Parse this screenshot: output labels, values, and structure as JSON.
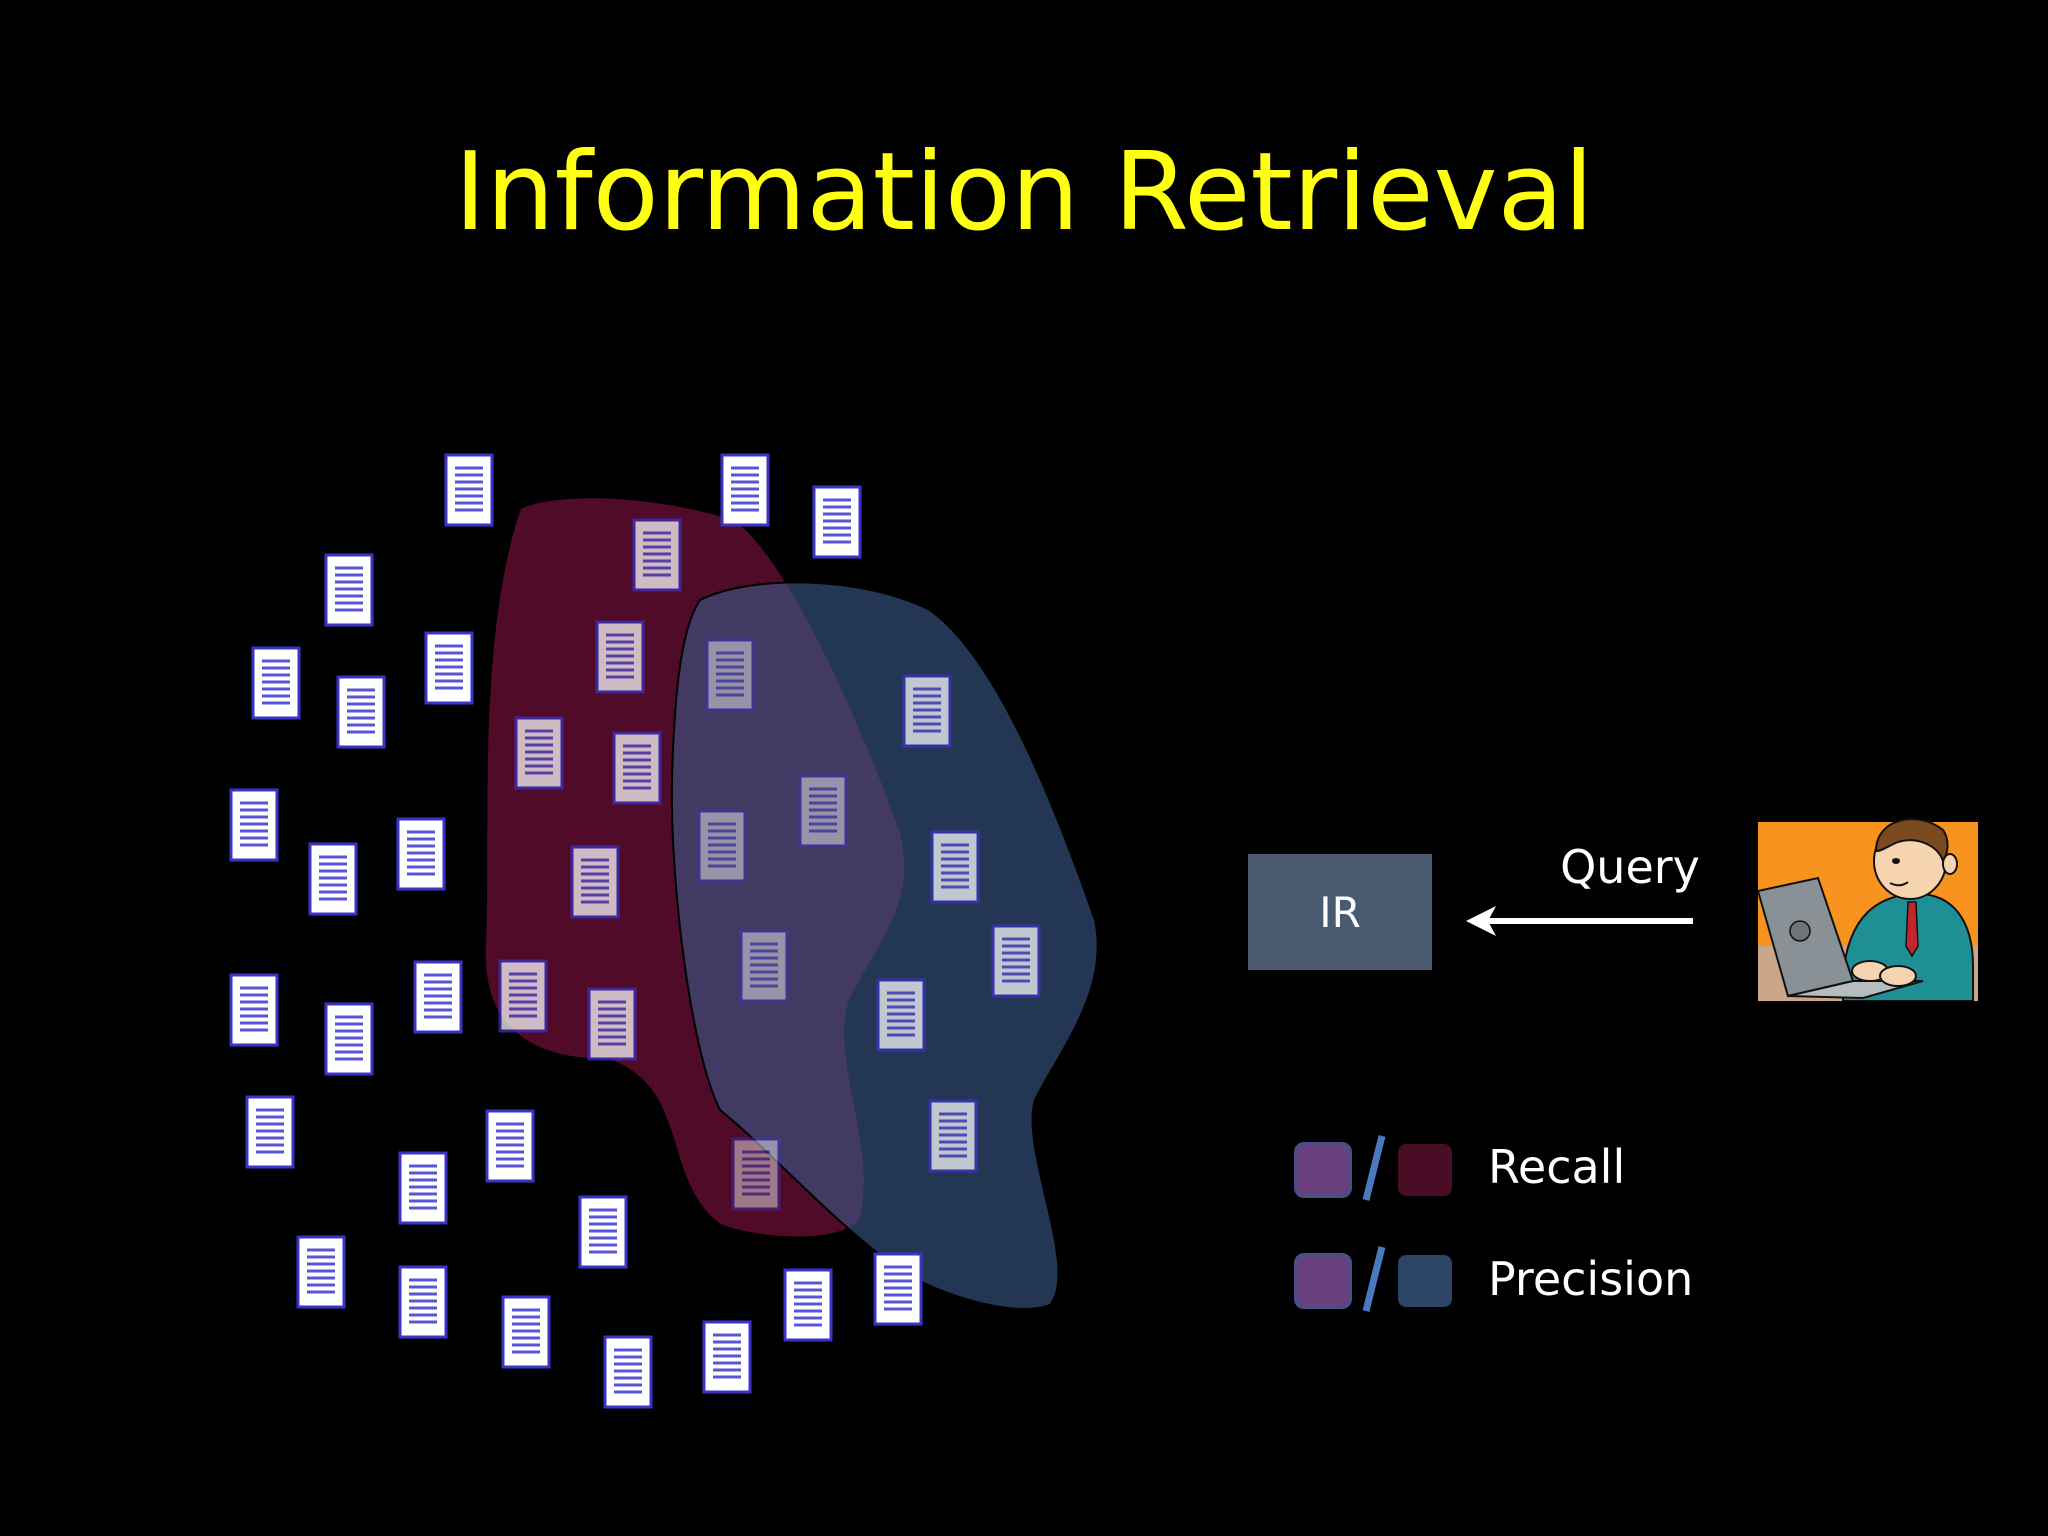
{
  "slide": {
    "title": "Information Retrieval"
  },
  "diagram": {
    "ir_box_label": "IR",
    "query_label": "Query",
    "legend": [
      {
        "label": "Recall",
        "numerator_color": "#6b3f7d",
        "denominator_color": "#4a0d26"
      },
      {
        "label": "Precision",
        "numerator_color": "#6b3f7d",
        "denominator_color": "#2c4466"
      }
    ],
    "icons": {
      "document": "document-icon",
      "user": "person-at-laptop-icon",
      "arrow": "arrow-left-icon"
    }
  },
  "colors": {
    "background": "#000000",
    "title": "#ffff14",
    "recall_region": "#6a0f35",
    "precision_region": "#3a5a8a",
    "ir_box": "#4a5a70",
    "document_border": "#3b33c9"
  }
}
